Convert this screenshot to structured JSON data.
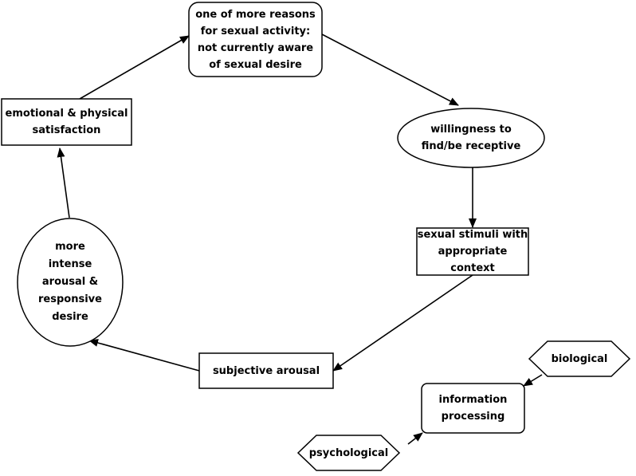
{
  "nodes": {
    "reasons": {
      "text": "one of more reasons\nfor sexual activity:\nnot currently aware\nof sexual desire"
    },
    "willingness": {
      "text": "willingness to\nfind/be receptive"
    },
    "stimuli": {
      "text": "sexual stimuli with\nappropriate context"
    },
    "subjective": {
      "text": "subjective arousal"
    },
    "intense": {
      "text": "more\nintense\narousal &\nresponsive\ndesire"
    },
    "satisfaction": {
      "text": "emotional & physical\nsatisfaction"
    },
    "info": {
      "text": "information\nprocessing"
    },
    "biological": {
      "text": "biological"
    },
    "psychological": {
      "text": "psychological"
    }
  },
  "edges": [
    {
      "from": "reasons",
      "to": "willingness"
    },
    {
      "from": "willingness",
      "to": "stimuli"
    },
    {
      "from": "stimuli",
      "to": "subjective"
    },
    {
      "from": "subjective",
      "to": "intense"
    },
    {
      "from": "intense",
      "to": "satisfaction"
    },
    {
      "from": "satisfaction",
      "to": "reasons"
    },
    {
      "from": "biological",
      "to": "info"
    },
    {
      "from": "psychological",
      "to": "info"
    }
  ],
  "colors": {
    "stroke": "#000000",
    "fill": "#ffffff",
    "text": "#000000"
  }
}
